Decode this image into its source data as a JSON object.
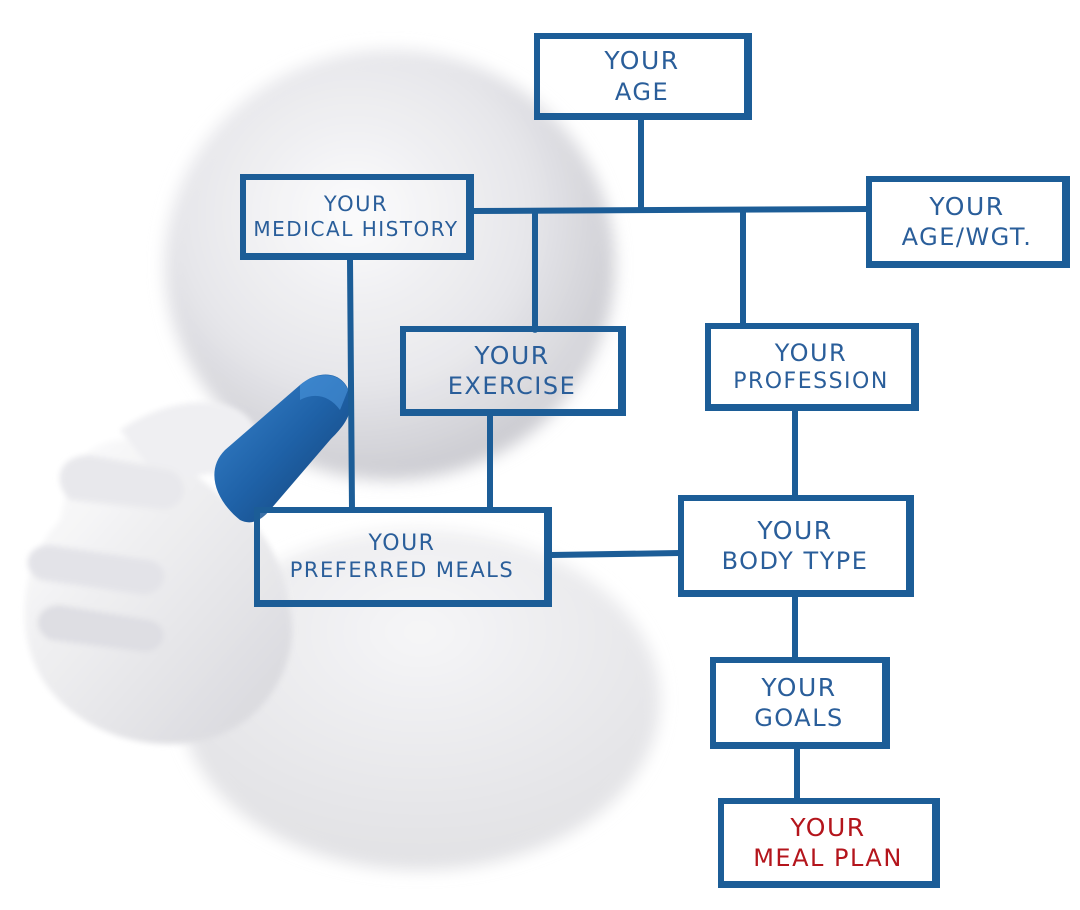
{
  "colors": {
    "line": "#1c5d97",
    "text": "#2a5e9a",
    "final_text": "#b4151c",
    "marker_body": "#1f62a8",
    "figure": "#e9e9ec"
  },
  "nodes": {
    "age": {
      "line1": "YOUR",
      "line2": "AGE"
    },
    "medical_history": {
      "line1": "YOUR",
      "line2": "MEDICAL HISTORY"
    },
    "age_wgt": {
      "line1": "YOUR",
      "line2": "AGE/WGT."
    },
    "exercise": {
      "line1": "YOUR",
      "line2": "EXERCISE"
    },
    "profession": {
      "line1": "YOUR",
      "line2": "PROFESSION"
    },
    "preferred_meals": {
      "line1": "YOUR",
      "line2": "PREFERRED MEALS"
    },
    "body_type": {
      "line1": "YOUR",
      "line2": "BODY TYPE"
    },
    "goals": {
      "line1": "YOUR",
      "line2": "GOALS"
    },
    "meal_plan": {
      "line1": "YOUR",
      "line2": "MEAL PLAN"
    }
  }
}
